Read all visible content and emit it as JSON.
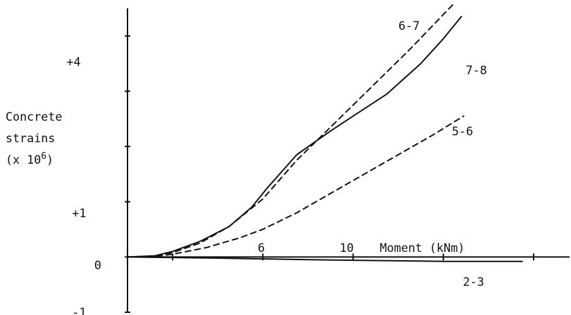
{
  "chart_data": {
    "type": "line",
    "title": "",
    "xlabel": "Moment (kNm)",
    "ylabel": "Concrete strains (x 10^6)",
    "ylabel_lines": [
      "Concrete",
      "strains",
      "(x 10",
      "6",
      ")"
    ],
    "xlim": [
      0,
      18
    ],
    "ylim": [
      -1,
      4.5
    ],
    "x_ticks": [
      2,
      6,
      10,
      14,
      18
    ],
    "x_tick_labels": [
      "6",
      "10"
    ],
    "y_ticks": [
      -1,
      0,
      1,
      2,
      3,
      4
    ],
    "y_tick_labels": [
      "+4",
      "+1",
      "0",
      "-1"
    ],
    "series": [
      {
        "name": "6-7",
        "line_style": "dashed",
        "x": [
          0,
          1.2,
          2.0,
          3.2,
          4.5,
          6.0,
          7.5,
          10.0,
          12.5,
          14.5
        ],
        "values": [
          0,
          0.02,
          0.08,
          0.25,
          0.55,
          1.05,
          1.75,
          2.75,
          3.75,
          4.6
        ]
      },
      {
        "name": "7-8",
        "line_style": "solid",
        "x": [
          0,
          1.2,
          2.0,
          3.2,
          4.5,
          5.5,
          6.2,
          7.5,
          9.0,
          10.0,
          11.5,
          13.0,
          14.0,
          14.8
        ],
        "values": [
          0,
          0.02,
          0.1,
          0.28,
          0.55,
          0.9,
          1.25,
          1.85,
          2.28,
          2.55,
          2.95,
          3.5,
          3.95,
          4.35
        ]
      },
      {
        "name": "5-6",
        "line_style": "dashed",
        "x": [
          0,
          1.2,
          2.0,
          3.5,
          5.0,
          6.0,
          7.5,
          9.0,
          10.5,
          12.0,
          13.5,
          14.9
        ],
        "values": [
          0,
          0.01,
          0.05,
          0.17,
          0.35,
          0.5,
          0.8,
          1.15,
          1.5,
          1.85,
          2.2,
          2.55
        ]
      },
      {
        "name": "2-3",
        "line_style": "solid",
        "x": [
          0,
          4.0,
          8.0,
          12.0,
          14.0,
          17.5
        ],
        "values": [
          0,
          -0.02,
          -0.05,
          -0.07,
          -0.08,
          -0.08
        ]
      }
    ]
  }
}
